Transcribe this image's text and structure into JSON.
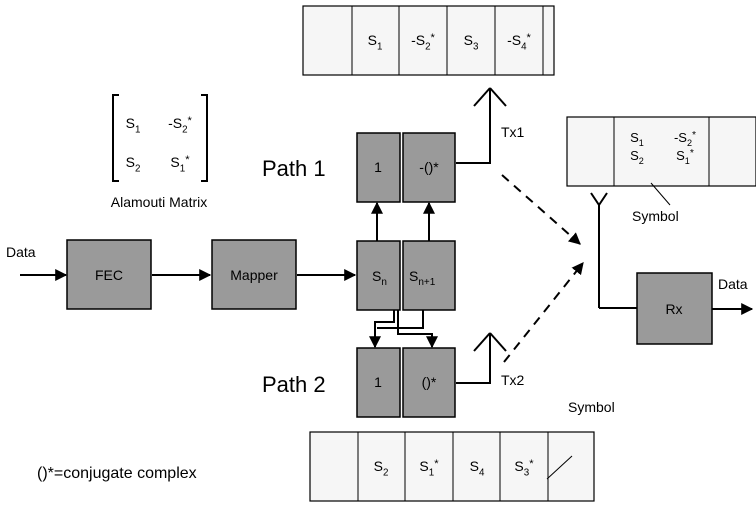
{
  "labels": {
    "data_in": "Data",
    "data_out": "Data",
    "fec": "FEC",
    "mapper": "Mapper",
    "sn_base": "S",
    "sn_sub": "n",
    "sn1_base": "S",
    "sn1_sub": "n+1",
    "path1": "Path 1",
    "path2": "Path 2",
    "path1_left": "1",
    "path1_right": "-()*",
    "path2_left": "1",
    "path2_right": "()*",
    "tx1": "Tx1",
    "tx2": "Tx2",
    "rx": "Rx",
    "alamouti_caption": "Alamouti Matrix",
    "conjugate_note": "()*=conjugate complex",
    "symbol_top": "Symbol",
    "symbol_bottom": "Symbol"
  },
  "alamouti_matrix": [
    [
      {
        "pre": "S",
        "sub": "1",
        "post": ""
      },
      {
        "pre": "-S",
        "sub": "2",
        "post": "*"
      }
    ],
    [
      {
        "pre": "S",
        "sub": "2",
        "post": ""
      },
      {
        "pre": "S",
        "sub": "1",
        "post": "*"
      }
    ]
  ],
  "tx1_sequence": [
    {
      "pre": "S",
      "sub": "1",
      "post": ""
    },
    {
      "pre": "-S",
      "sub": "2",
      "post": "*"
    },
    {
      "pre": "S",
      "sub": "3",
      "post": ""
    },
    {
      "pre": "-S",
      "sub": "4",
      "post": "*"
    }
  ],
  "tx2_sequence": [
    {
      "pre": "S",
      "sub": "2",
      "post": ""
    },
    {
      "pre": "S",
      "sub": "1",
      "post": "*"
    },
    {
      "pre": "S",
      "sub": "4",
      "post": ""
    },
    {
      "pre": "S",
      "sub": "3",
      "post": "*"
    }
  ],
  "rx_symbol_cell": [
    [
      {
        "pre": "S",
        "sub": "1",
        "post": ""
      },
      {
        "pre": "-S",
        "sub": "2",
        "post": "*"
      }
    ],
    [
      {
        "pre": "S",
        "sub": "2",
        "post": ""
      },
      {
        "pre": "S",
        "sub": "1",
        "post": "*"
      }
    ]
  ]
}
